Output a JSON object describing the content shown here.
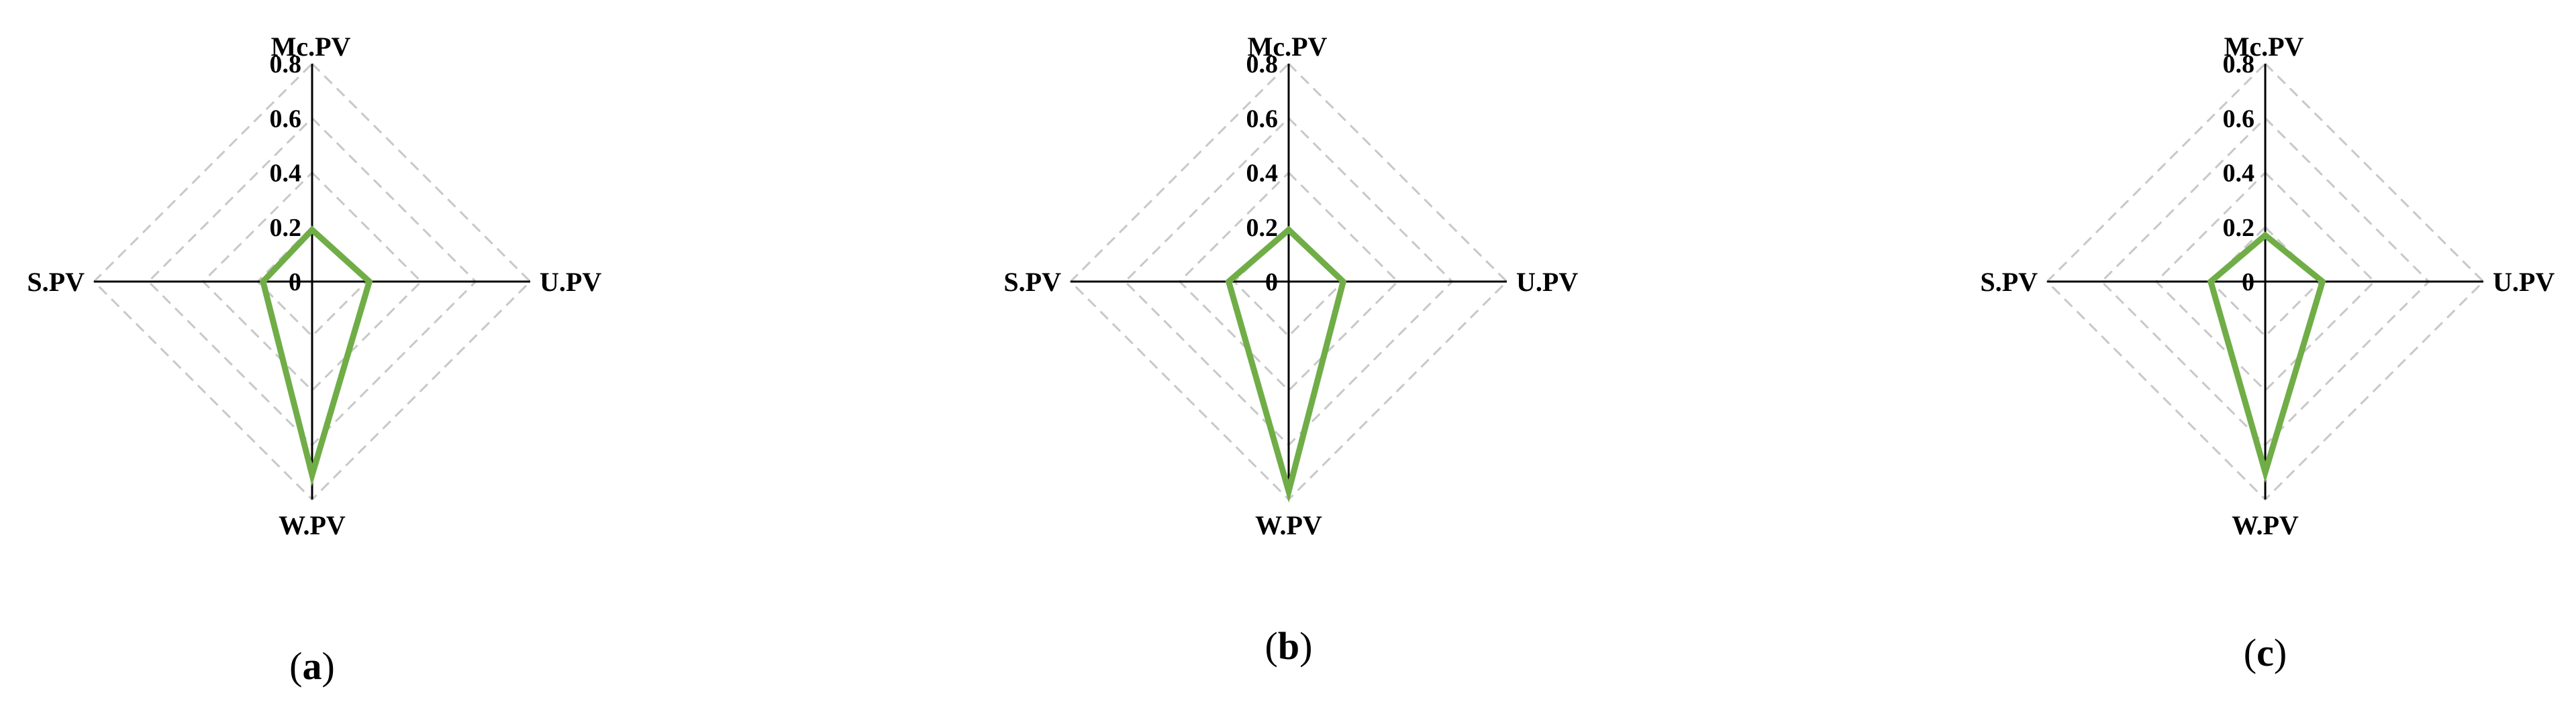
{
  "chart_data": [
    {
      "type": "radar",
      "panel_label": "a",
      "axes": [
        "Mc.PV",
        "U.PV",
        "W.PV",
        "S.PV"
      ],
      "rticks": [
        "0",
        "0.2",
        "0.4",
        "0.6",
        "0.8"
      ],
      "rlim": [
        0,
        0.8
      ],
      "grid": "dashed",
      "series": [
        {
          "values": [
            0.19,
            0.21,
            0.71,
            0.18
          ],
          "color": "#70ad47"
        }
      ]
    },
    {
      "type": "radar",
      "panel_label": "b",
      "axes": [
        "Mc.PV",
        "U.PV",
        "W.PV",
        "S.PV"
      ],
      "rticks": [
        "0",
        "0.2",
        "0.4",
        "0.6",
        "0.8"
      ],
      "rlim": [
        0,
        0.8
      ],
      "grid": "dashed",
      "series": [
        {
          "values": [
            0.19,
            0.2,
            0.77,
            0.22
          ],
          "color": "#70ad47"
        }
      ]
    },
    {
      "type": "radar",
      "panel_label": "c",
      "axes": [
        "Mc.PV",
        "U.PV",
        "W.PV",
        "S.PV"
      ],
      "rticks": [
        "0",
        "0.2",
        "0.4",
        "0.6",
        "0.8"
      ],
      "rlim": [
        0,
        0.8
      ],
      "grid": "dashed",
      "series": [
        {
          "values": [
            0.17,
            0.21,
            0.7,
            0.2
          ],
          "color": "#70ad47"
        }
      ]
    }
  ]
}
